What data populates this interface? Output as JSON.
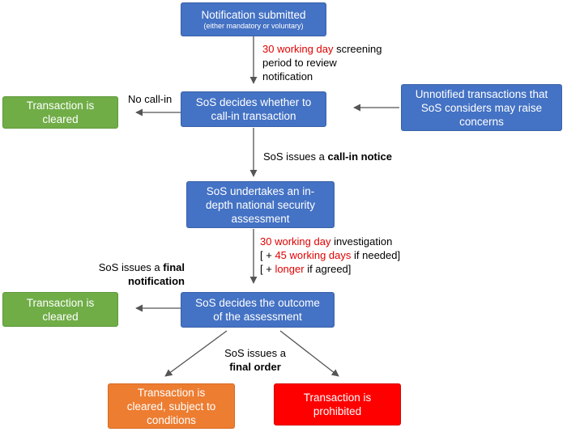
{
  "boxes": {
    "notification": {
      "title": "Notification submitted",
      "subtitle": "(either mandatory or voluntary)"
    },
    "decide_call_in": {
      "line1": "SoS decides whether to",
      "line2": "call-in transaction"
    },
    "unnotified": {
      "line1": "Unnotified transactions that",
      "line2": "SoS considers may raise",
      "line3": "concerns"
    },
    "cleared_top": {
      "line1": "Transaction is",
      "line2": "cleared"
    },
    "assessment": {
      "line1": "SoS undertakes an in-",
      "line2": "depth national security",
      "line3": "assessment"
    },
    "decide_outcome": {
      "line1": "SoS decides the outcome",
      "line2": "of the assessment"
    },
    "cleared_mid": {
      "line1": "Transaction is",
      "line2": "cleared"
    },
    "cleared_conditions": {
      "line1": "Transaction is",
      "line2": "cleared, subject to",
      "line3": "conditions"
    },
    "prohibited": {
      "line1": "Transaction is",
      "line2": "prohibited"
    }
  },
  "labels": {
    "screening": {
      "red": "30 working day",
      "rest1": " screening",
      "line2": "period to review",
      "line3": "notification"
    },
    "no_call_in": "No call-in",
    "call_in_notice": {
      "normal": "SoS issues a ",
      "bold": "call-in notice"
    },
    "investigation": {
      "l1_red": "30 working day",
      "l1_rest": " investigation",
      "l2_pre": "[ + ",
      "l2_red": "45 working days",
      "l2_post": " if needed]",
      "l3_pre": "[ + ",
      "l3_red": "longer",
      "l3_post": " if agreed]"
    },
    "final_notification": {
      "normal": "SoS issues a ",
      "bold1": "final",
      "bold2": "notification"
    },
    "final_order": {
      "normal": "SoS issues a",
      "bold": "final order"
    }
  },
  "colors": {
    "blue": "#4472c4",
    "green": "#70ad47",
    "orange": "#ed7d31",
    "red": "#ff0000",
    "highlight_text": "#e00000",
    "arrow": "#555555"
  }
}
